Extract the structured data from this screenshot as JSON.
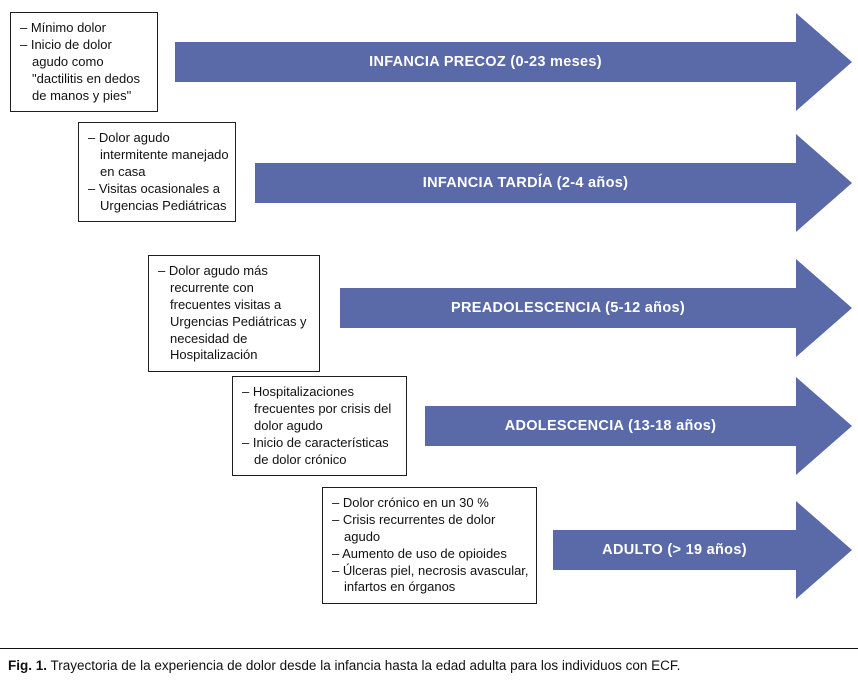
{
  "figure": {
    "colors": {
      "arrow": "#5a69a8",
      "box_border": "#1f1f1f",
      "label_text": "#ffffff"
    },
    "stages": [
      {
        "label": "INFANCIA PRECOZ (0-23 meses)",
        "notes": [
          "– Mínimo dolor",
          "– Inicio de dolor agudo como \"dactilitis en dedos de manos y pies\""
        ]
      },
      {
        "label": "INFANCIA TARDÍA (2-4 años)",
        "notes": [
          "– Dolor agudo intermitente manejado en casa",
          "– Visitas ocasionales a Urgencias Pediátricas"
        ]
      },
      {
        "label": "PREADOLESCENCIA (5-12 años)",
        "notes": [
          "– Dolor agudo más recurrente con frecuentes visitas a Urgencias Pediátricas y necesidad de Hospitalización"
        ]
      },
      {
        "label": "ADOLESCENCIA (13-18 años)",
        "notes": [
          "– Hospitalizaciones frecuentes por crisis del dolor agudo",
          "– Inicio de características de dolor crónico"
        ]
      },
      {
        "label": "ADULTO (> 19 años)",
        "notes": [
          "– Dolor crónico en un 30 %",
          "– Crisis recurrentes de dolor agudo",
          "– Aumento de uso de opioides",
          "– Úlceras piel, necrosis avascular, infartos en órganos"
        ]
      }
    ]
  },
  "caption": {
    "prefix": "Fig. 1.",
    "text": "Trayectoria de la experiencia de dolor desde la infancia hasta la edad adulta para los individuos con ECF."
  }
}
